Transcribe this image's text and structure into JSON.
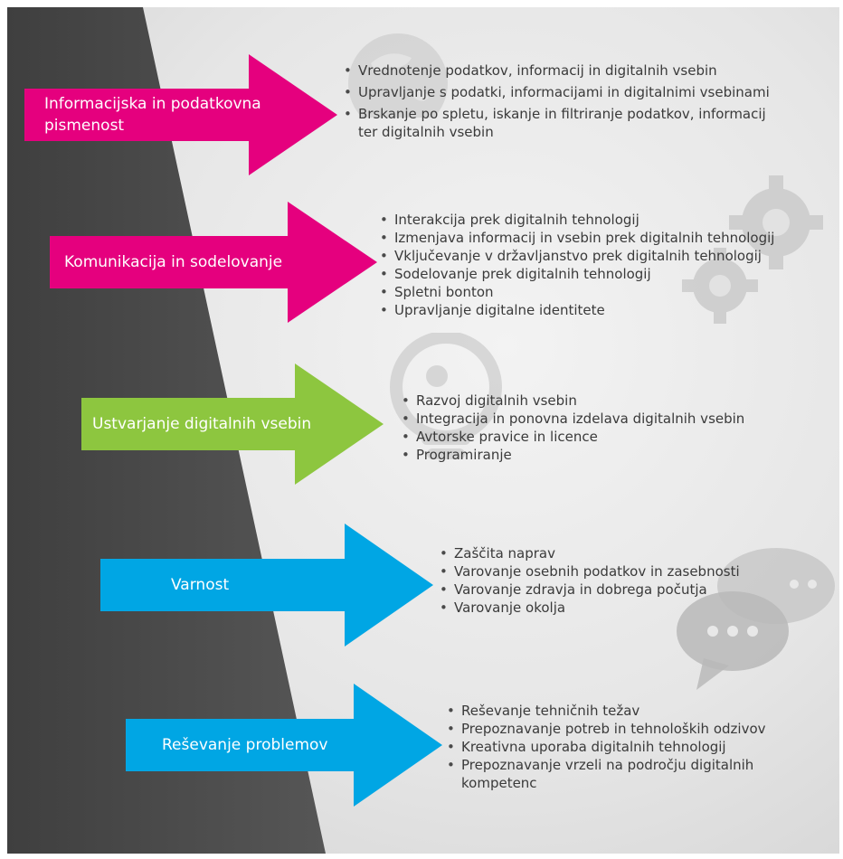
{
  "colors": {
    "magenta": "#e5007e",
    "green": "#8dc63f",
    "cyan": "#00a6e4",
    "dark_panel": "#4d4d4d",
    "text": "#3a3a3a"
  },
  "decorative_icons": [
    "globe-icon",
    "gears-icon",
    "lightbulb-icon",
    "speech-bubbles-icon"
  ],
  "areas": [
    {
      "title": "Informacijska in podatkovna pismenost",
      "color": "magenta",
      "items": [
        "Vrednotenje podatkov, informacij in digitalnih vsebin",
        "Upravljanje s podatki, informacijami in digitalnimi vsebinami",
        "Brskanje po spletu, iskanje in filtriranje podatkov, informacij ter digitalnih vsebin"
      ]
    },
    {
      "title": "Komunikacija in sodelovanje",
      "color": "magenta",
      "items": [
        "Interakcija prek digitalnih tehnologij",
        "Izmenjava informacij in vsebin prek digitalnih tehnologij",
        "Vključevanje v državljanstvo prek digitalnih tehnologij",
        "Sodelovanje prek digitalnih tehnologij",
        "Spletni bonton",
        "Upravljanje digitalne identitete"
      ]
    },
    {
      "title": "Ustvarjanje digitalnih vsebin",
      "color": "green",
      "items": [
        "Razvoj digitalnih vsebin",
        "Integracija in ponovna izdelava digitalnih vsebin",
        "Avtorske pravice in licence",
        "Programiranje"
      ]
    },
    {
      "title": "Varnost",
      "color": "cyan",
      "items": [
        "Zaščita naprav",
        "Varovanje osebnih podatkov in zasebnosti",
        "Varovanje zdravja in dobrega počutja",
        "Varovanje okolja"
      ]
    },
    {
      "title": "Reševanje problemov",
      "color": "cyan",
      "items": [
        "Reševanje tehničnih težav",
        "Prepoznavanje potreb in tehnoloških odzivov",
        "Kreativna uporaba digitalnih tehnologij",
        "Prepoznavanje vrzeli na področju digitalnih kompetenc"
      ]
    }
  ]
}
